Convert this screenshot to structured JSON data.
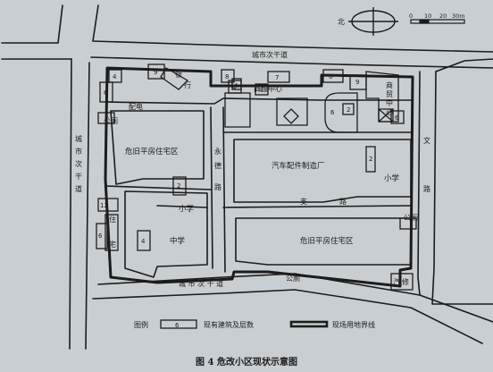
{
  "caption": "图 4   危改小区现状示意图",
  "north_label": "北",
  "scale": {
    "ticks": [
      "0",
      "10",
      "20",
      "30m"
    ]
  },
  "roads": {
    "top": "城市次干道",
    "left": [
      "城",
      "市",
      "次",
      "干",
      "道"
    ],
    "bottom": "城   市   次   干   道",
    "mid": [
      "永",
      "德",
      "路"
    ],
    "right": [
      "文",
      "路"
    ],
    "cross": [
      "支",
      "路"
    ]
  },
  "zones": {
    "residential_left": "危旧平房住宅区",
    "factory": "汽车配件制造厂",
    "residential_right": "危旧平房住宅区",
    "school_primary_left": "小学",
    "school_middle": "中学",
    "school_primary_right": "小学"
  },
  "facilities": {
    "bank": [
      "银",
      "行"
    ],
    "biz_center": "商服中心",
    "trade_center": [
      "商",
      "贸",
      "中",
      "心"
    ],
    "substation": "配电",
    "toilet_left": "公厕",
    "toilet_right": "公厕",
    "residence_small": [
      "住",
      "宅"
    ],
    "auto_repair": [
      "汽",
      "修"
    ],
    "toilet_bottom": "公厕"
  },
  "floors": {
    "b1": "4",
    "b2": "9",
    "b3": "6",
    "b4": "8",
    "b5": "4",
    "b6": "7",
    "b7": "4",
    "b8": "6",
    "b9": "9",
    "b10": "2",
    "b11": "6",
    "b12": "2",
    "b13": "2",
    "b14": "12",
    "b15": "6",
    "b16": "4",
    "b17": "4",
    "b18": "6"
  },
  "legend": {
    "title": "图例",
    "sample": "6",
    "existing": "现有建筑及层数",
    "boundary": "现场用地界线"
  }
}
